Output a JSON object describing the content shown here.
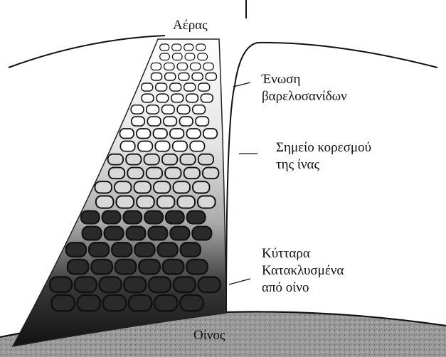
{
  "labels": {
    "air": "Αέρας",
    "stave_joint": [
      "Ένωση",
      "βαρελοσανίδων"
    ],
    "fiber_saturation": [
      "Σημείο κορεσμού",
      "της ίνας"
    ],
    "wine_flooded_cells": [
      "Κύτταρα",
      "Κατακλυσμένα",
      "από οίνο"
    ],
    "wine": "Οίνος"
  },
  "colors": {
    "ink": "#111111",
    "wine_region": "#8e8e8e",
    "flooded_cells": "#1f1f1f",
    "background": "#ffffff"
  }
}
